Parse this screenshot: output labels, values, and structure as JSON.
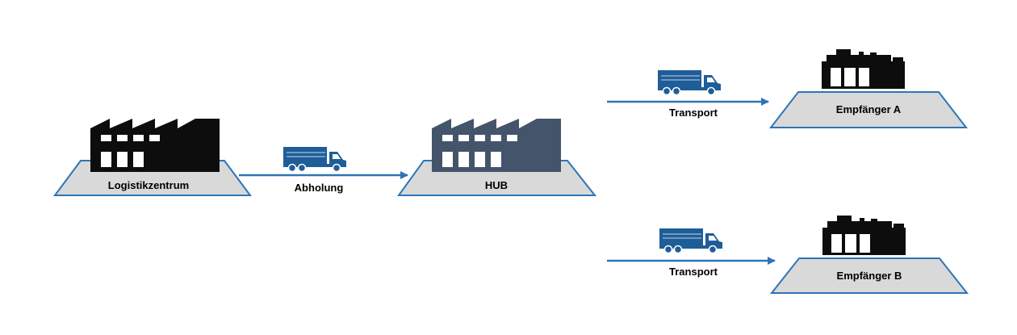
{
  "diagram": {
    "type": "logistics-flow",
    "colors": {
      "platform_fill": "#d9d9d9",
      "platform_stroke": "#2e75b6",
      "arrow": "#2e75b6",
      "truck": "#1f5d99",
      "factory_black": "#0d0d0d",
      "factory_hub": "#44546a",
      "window": "#ffffff"
    },
    "nodes": [
      {
        "id": "logistikzentrum",
        "label": "Logistikzentrum",
        "icon": "factory-icon"
      },
      {
        "id": "hub",
        "label": "HUB",
        "icon": "factory-icon"
      },
      {
        "id": "empfaenger_a",
        "label": "Empfänger A",
        "icon": "store-icon"
      },
      {
        "id": "empfaenger_b",
        "label": "Empfänger B",
        "icon": "store-icon"
      }
    ],
    "edges": [
      {
        "from": "logistikzentrum",
        "to": "hub",
        "label": "Abholung",
        "icon": "truck-icon"
      },
      {
        "from": "hub",
        "to": "empfaenger_a",
        "label": "Transport",
        "icon": "truck-icon"
      },
      {
        "from": "hub",
        "to": "empfaenger_b",
        "label": "Transport",
        "icon": "truck-icon"
      }
    ]
  }
}
